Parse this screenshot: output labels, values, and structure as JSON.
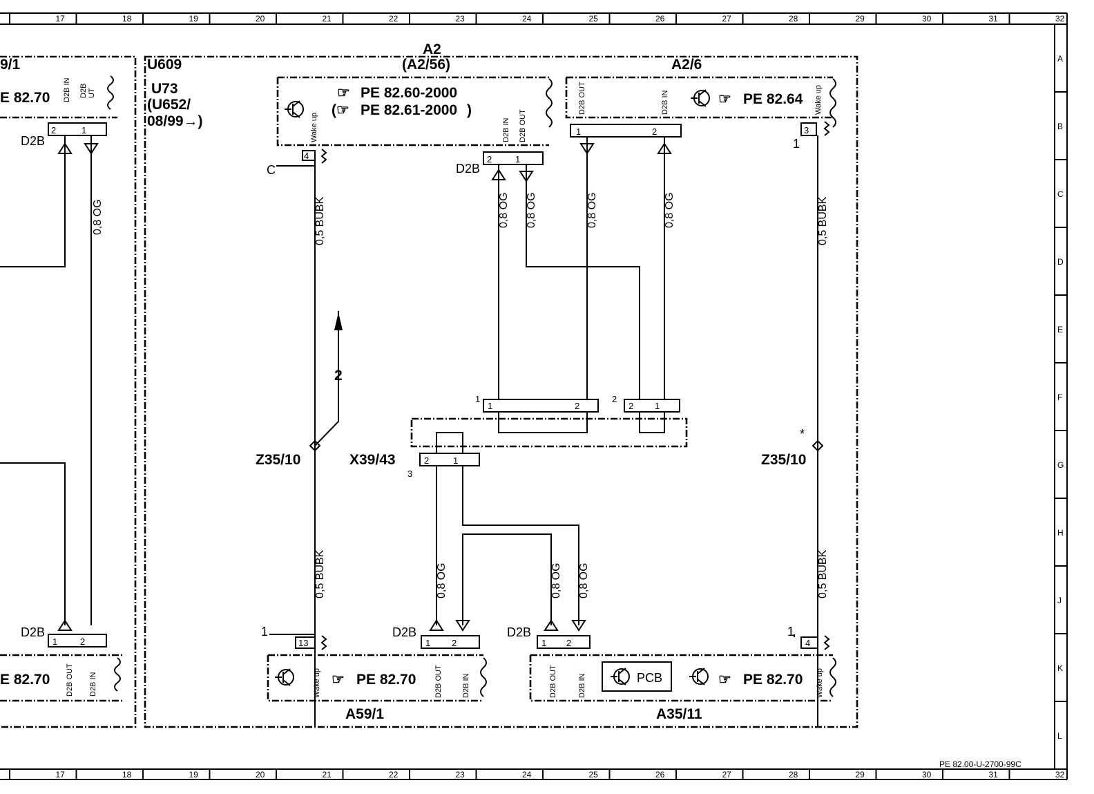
{
  "grid": {
    "columns": [
      "17",
      "18",
      "19",
      "20",
      "21",
      "22",
      "23",
      "24",
      "25",
      "26",
      "27",
      "28",
      "29",
      "30",
      "31",
      "32"
    ],
    "rows": [
      "A",
      "B",
      "C",
      "D",
      "E",
      "F",
      "G",
      "H",
      "J",
      "K",
      "L"
    ]
  },
  "drawing_id": "PE 82.00-U-2700-99C",
  "components": {
    "left_top_fragment": "9/1",
    "left_top_ref": "E 82.70",
    "left_bottom_ref": "E 82.70",
    "u609": "U609",
    "u73": "U73",
    "u652": "(U652/",
    "date": "08/99→)",
    "a2_title": "A2",
    "a2_sub": "(A2/56)",
    "a2_ref1": "PE  82.60-2000",
    "a2_ref2": "PE  82.61-2000",
    "a26_title": "A2/6",
    "a26_ref": "PE  82.64",
    "a59_title": "A59/1",
    "a59_ref": "PE  82.70",
    "a35_title": "A35/11",
    "a35_ref": "PE  82.70",
    "pcb": "PCB",
    "x39": "X39/43",
    "z35_left": "Z35/10",
    "z35_right": "Z35/10",
    "asterisk": "*",
    "arrow_label": "2",
    "c_label": "C"
  },
  "signals": {
    "d2b": "D2B",
    "d2b_in": "D2B IN",
    "d2b_out": "D2B OUT",
    "d2b_ut": "UT",
    "wake_up": "Wake up"
  },
  "wires": {
    "og": "0,8  OG",
    "bubk": "0,5  BUBK"
  },
  "pins": [
    "1",
    "2",
    "3",
    "4",
    "13"
  ]
}
